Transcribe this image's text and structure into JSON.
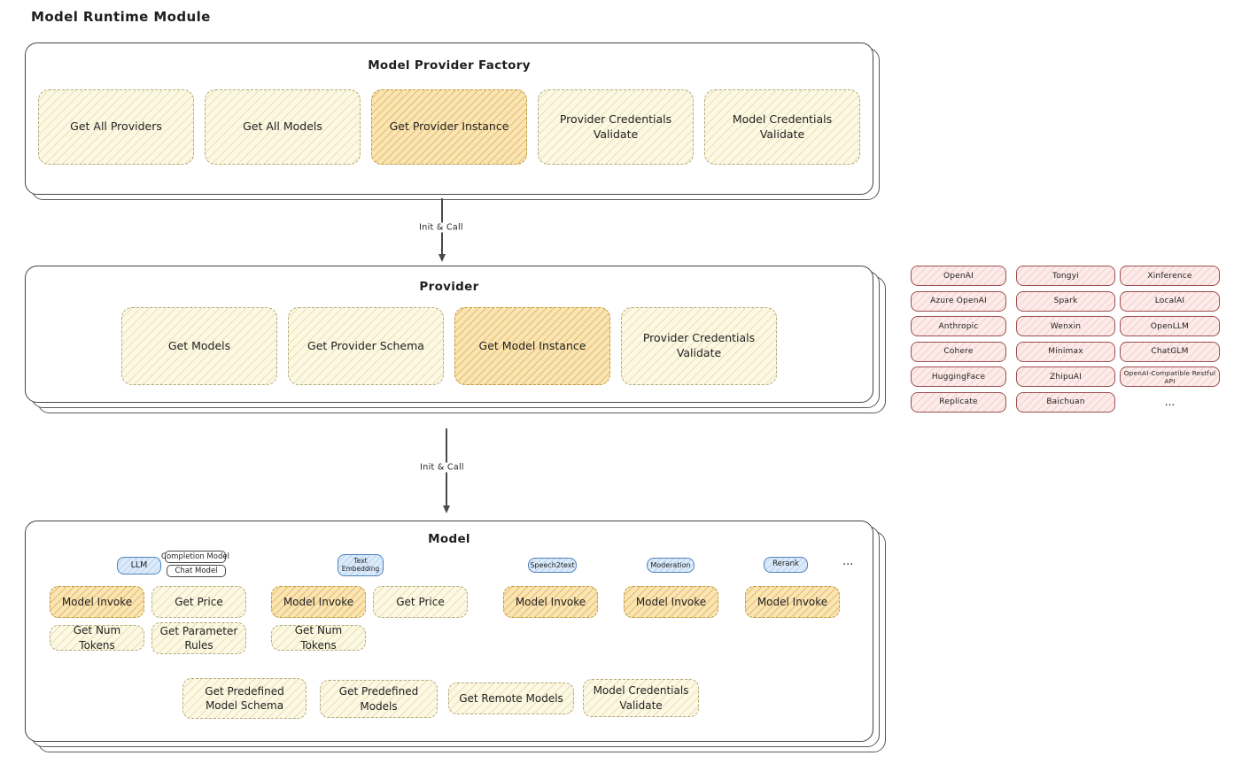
{
  "title": "Model Runtime Module",
  "colors": {
    "yellow_fill": "#fcf8e3",
    "orange_fill": "#fae5b4",
    "pink_fill": "#fcebe9",
    "blue_fill": "#dcebfa"
  },
  "arrow1": {
    "label": "Init & Call"
  },
  "arrow2": {
    "label": "Init & Call"
  },
  "factory": {
    "title": "Model Provider Factory",
    "items": [
      "Get All Providers",
      "Get All Models",
      "Get Provider Instance",
      "Provider Credentials Validate",
      "Model Credentials Validate"
    ]
  },
  "provider": {
    "title": "Provider",
    "items": [
      "Get Models",
      "Get Provider Schema",
      "Get Model Instance",
      "Provider Credentials Validate"
    ]
  },
  "providers": {
    "col1": [
      "OpenAI",
      "Azure OpenAI",
      "Anthropic",
      "Cohere",
      "HuggingFace",
      "Replicate"
    ],
    "col2": [
      "Tongyi",
      "Spark",
      "Wenxin",
      "Minimax",
      "ZhipuAI",
      "Baichuan"
    ],
    "col3": [
      "Xinference",
      "LocalAI",
      "OpenLLM",
      "ChatGLM",
      "OpenAI-Compatible Restful API"
    ],
    "more": "..."
  },
  "model": {
    "title": "Model",
    "tags": {
      "llm": "LLM",
      "completion": "Completion Model",
      "chat": "Chat Model",
      "embedding": "Text Embedding",
      "speech2text": "Speech2text",
      "moderation": "Moderation",
      "rerank": "Rerank",
      "more": "..."
    },
    "invoke": "Model Invoke",
    "get_price": "Get Price",
    "get_num_tokens": "Get Num Tokens",
    "get_parameter_rules": "Get Parameter Rules",
    "bottom": [
      "Get Predefined Model Schema",
      "Get Predefined Models",
      "Get Remote Models",
      "Model Credentials Validate"
    ]
  }
}
